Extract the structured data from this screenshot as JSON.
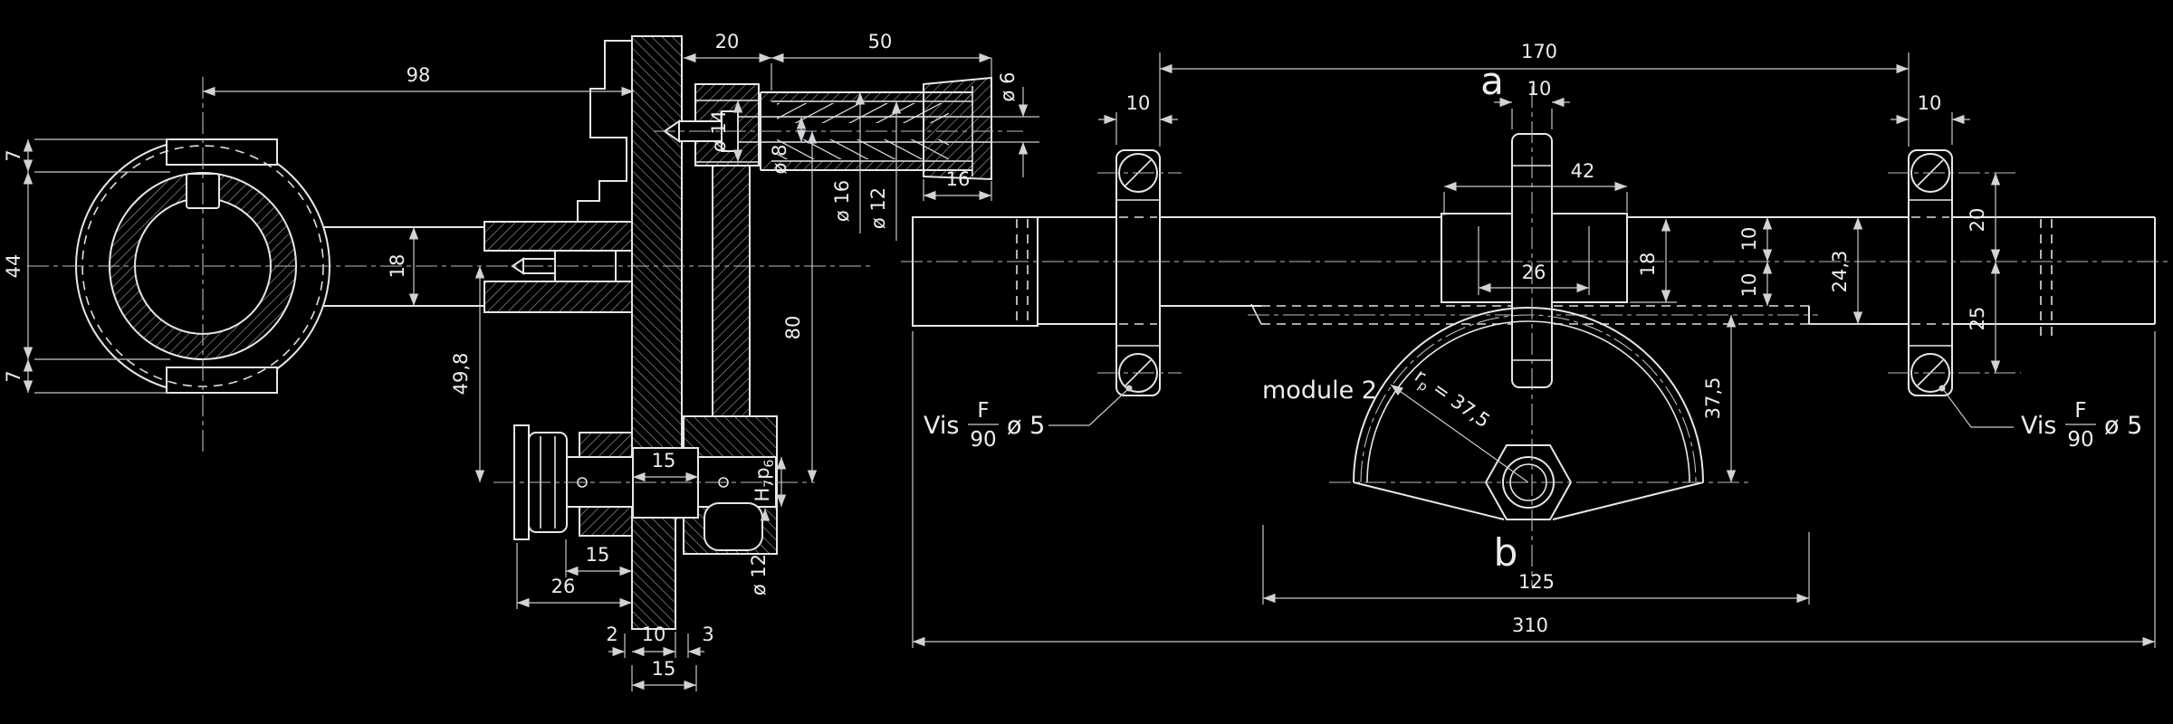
{
  "drawing": {
    "type": "engineering technical drawing, black background white lines",
    "colors": {
      "background": "#000000",
      "lines": "#e4e7ea",
      "dimensions": "#c6cace",
      "text": "#ededed"
    }
  },
  "labels": {
    "datum_a": "a",
    "datum_b": "b",
    "module": "module 2",
    "vis": "Vis",
    "vis_f": "F",
    "vis_90": "90",
    "vis_dia": "ø 5",
    "rp_r": "r",
    "rp_sub": "p",
    "rp_val": " = 37,5"
  },
  "left_view": {
    "w98": "98",
    "h7_top": "7",
    "h44": "44",
    "h7_bot": "7",
    "h18": "18",
    "v49_8": "49,8"
  },
  "bracket": {
    "w20": "20",
    "w50": "50",
    "dia6": "ø 6",
    "dia14": "ø 14",
    "dia8": "ø 8",
    "dia16": "ø 16",
    "dia12": "ø 12",
    "w16": "16",
    "h80": "80",
    "w15_win": "15",
    "fit_H": "H",
    "fit_7": "7",
    "fit_p": "p",
    "fit_6": "6",
    "dia12_bolt": "ø 12",
    "w15_low": "15",
    "w26": "26",
    "w2": "2",
    "w10": "10",
    "w3": "3",
    "w15_bot": "15"
  },
  "shaft": {
    "len170": "170",
    "col10_left": "10",
    "col10_right": "10",
    "key10": "10",
    "w42": "42",
    "w26": "26",
    "h18": "18",
    "h10_up": "10",
    "h10_dn": "10",
    "h24_3": "24,3",
    "h20": "20",
    "h25": "25",
    "v37_5": "37,5",
    "len125": "125",
    "len310": "310"
  }
}
